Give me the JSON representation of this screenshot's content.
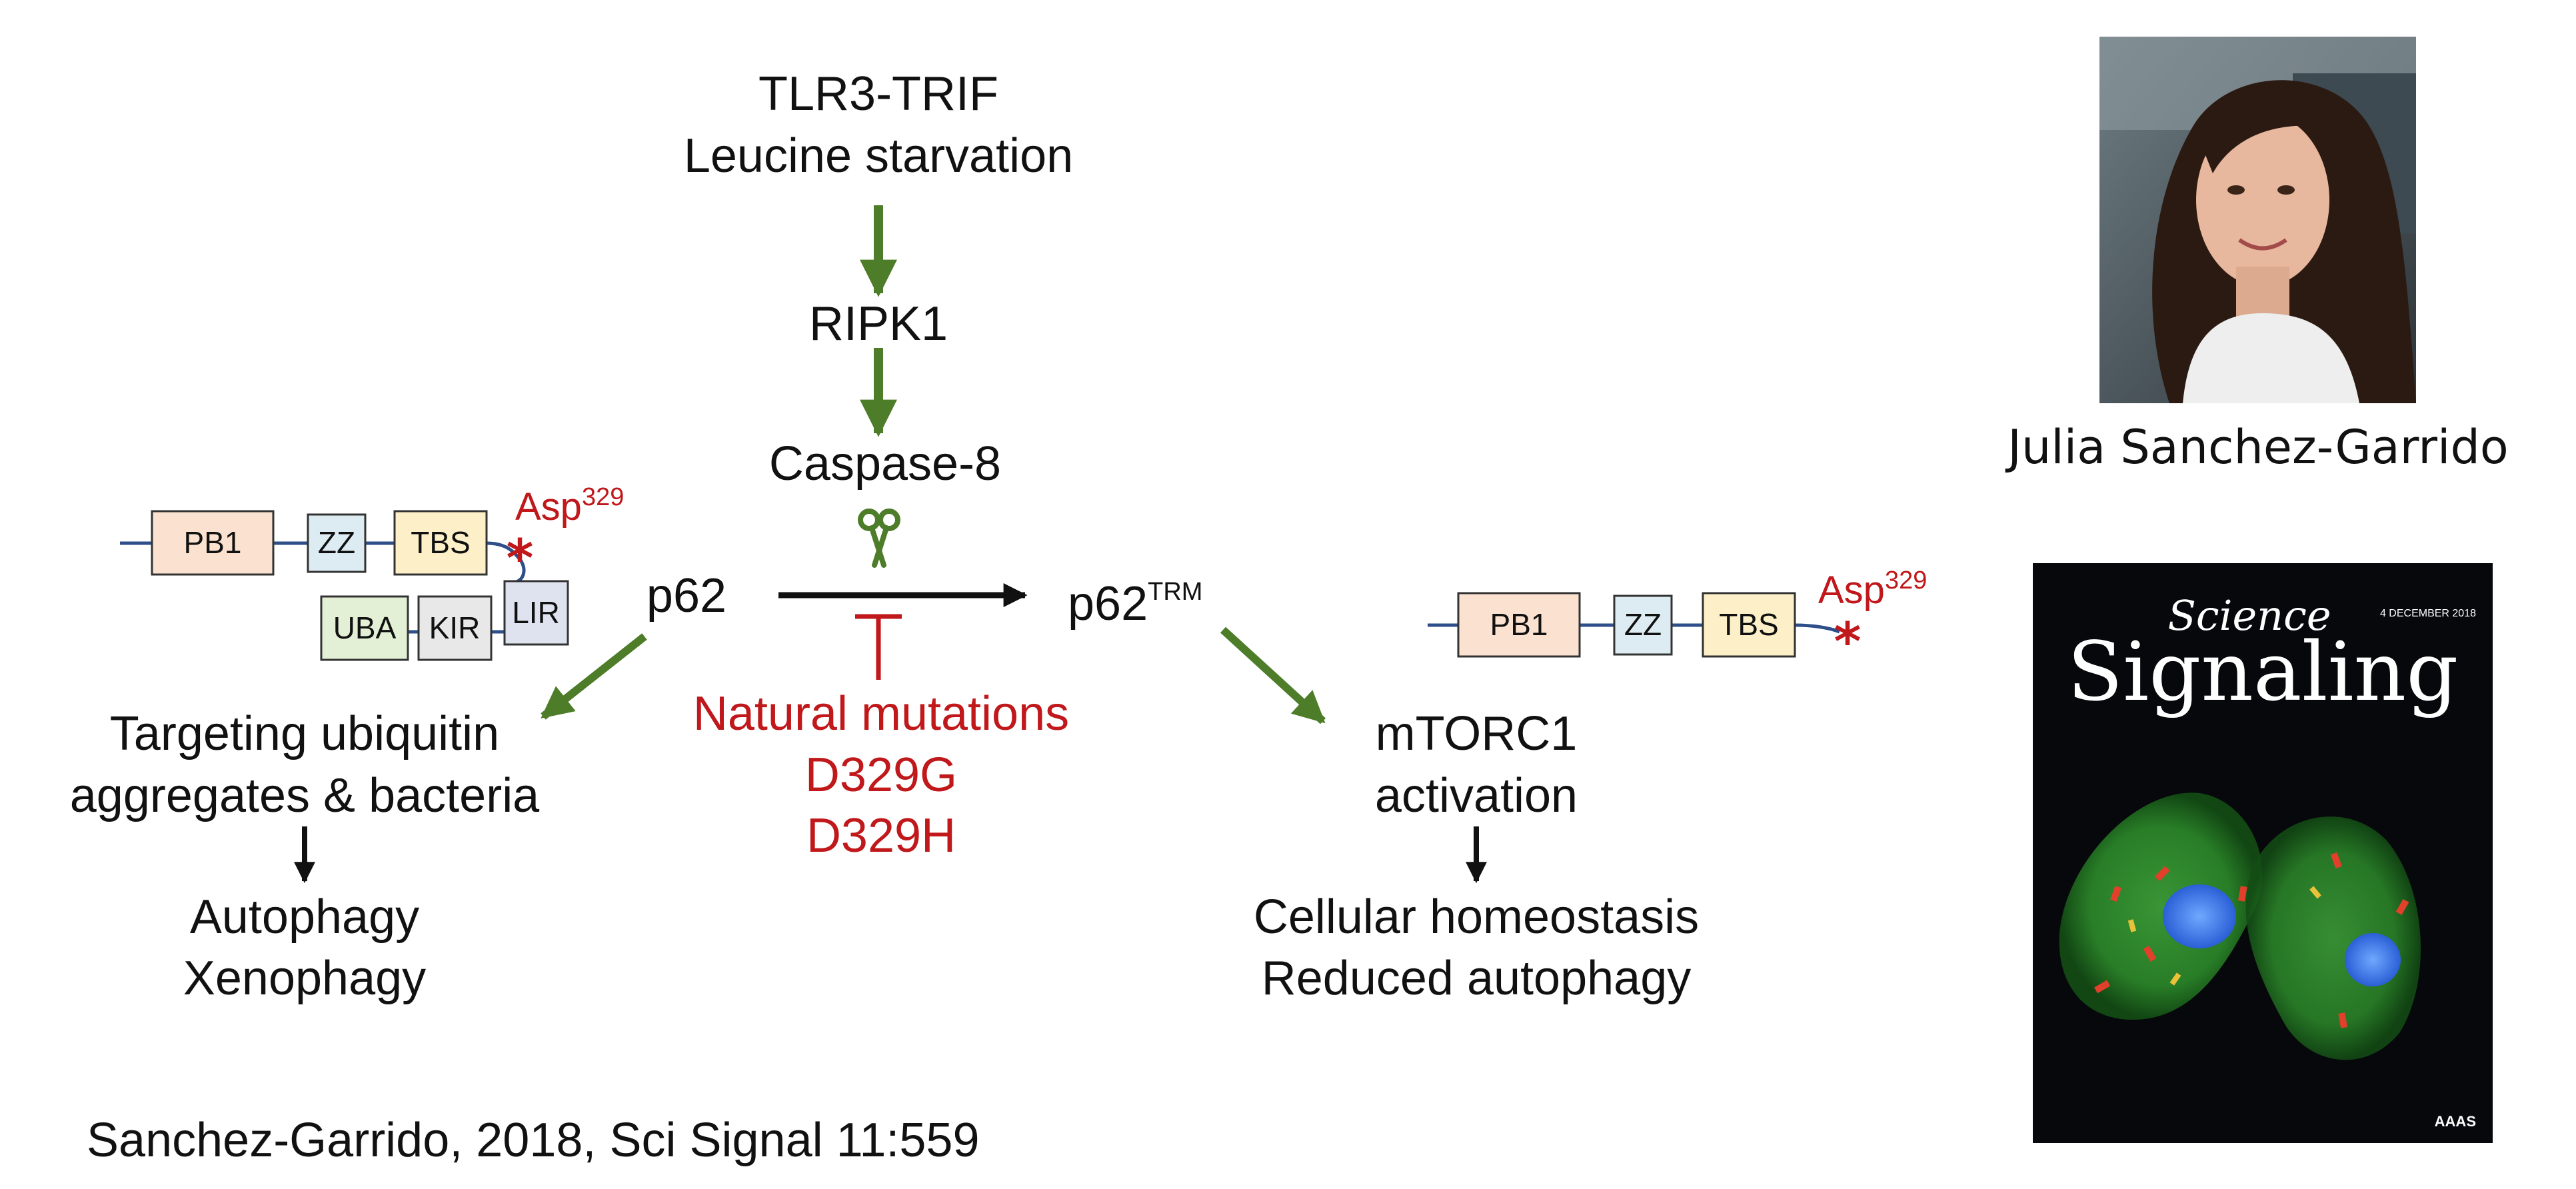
{
  "pathway": {
    "stimulus_line1": "TLR3-TRIF",
    "stimulus_line2": "Leucine starvation",
    "ripk1": "RIPK1",
    "caspase8": "Caspase-8",
    "p62": "p62",
    "p62trm_base": "p62",
    "p62trm_sup": "TRM",
    "inhibit_title": "Natural mutations",
    "mutation1": "D329G",
    "mutation2": "D329H",
    "left_outcome_line1": "Targeting ubiquitin",
    "left_outcome_line2": "aggregates & bacteria",
    "left_result_line1": "Autophagy",
    "left_result_line2": "Xenophagy",
    "right_outcome_line1": "mTORC1",
    "right_outcome_line2": "activation",
    "right_result_line1": "Cellular homeostasis",
    "right_result_line2": "Reduced autophagy"
  },
  "p62_full": {
    "domains_top": [
      "PB1",
      "ZZ",
      "TBS"
    ],
    "domains_bottom": [
      "UBA",
      "KIR",
      "LIR"
    ],
    "asp_base": "Asp",
    "asp_sup": "329"
  },
  "p62_cleaved": {
    "domains": [
      "PB1",
      "ZZ",
      "TBS"
    ],
    "asp_base": "Asp",
    "asp_sup": "329"
  },
  "reference": "Sanchez-Garrido, 2018, Sci Signal 11:559",
  "author_caption": "Julia Sanchez-Garrido",
  "cover": {
    "science": "Science",
    "signaling": "Signaling",
    "date": "4 DECEMBER 2018",
    "publisher": "AAAS"
  },
  "colors": {
    "activation_arrow": "#4e7d2a",
    "inhibition": "#c0181b",
    "text": "#111111",
    "pb1_fill": "#fbe1cf",
    "zz_fill": "#dcecf2",
    "tbs_fill": "#fdf0c8",
    "uba_fill": "#e3f0d6",
    "kir_fill": "#e8e8e8",
    "lir_fill": "#dfe3ef",
    "linker": "#2e4f8a"
  },
  "icons": [
    "scissors-icon",
    "asterisk-icon",
    "author-photo",
    "journal-cover"
  ]
}
